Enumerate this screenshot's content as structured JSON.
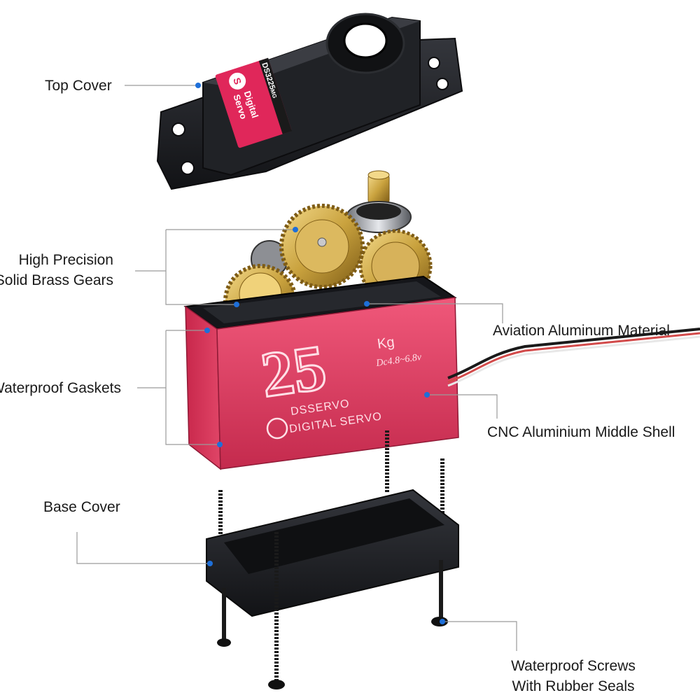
{
  "colors": {
    "leader_line": "#9a9a9a",
    "dot": "#1e6fd9",
    "plastic": "#1b1c20",
    "plastic_edge": "#34363c",
    "shell_red": "#e23a5c",
    "shell_dark": "#b81f43",
    "brass": "#c9a23e",
    "brass_dark": "#8e6b1d",
    "emboss": "#ffd3dc"
  },
  "product": {
    "sticker_model": "DS3225",
    "sticker_suffix": "MG",
    "sticker_line1": "Digital",
    "sticker_line2": "Servo",
    "torque_number": "25",
    "torque_unit": "Kg",
    "voltage": "Dc4.8~6.8v",
    "brand": "DSSERVO",
    "brand_line2": "DIGITAL SERVO",
    "logo_letter": "S"
  },
  "callouts": {
    "top_cover": "Top Cover",
    "gears_line1": "High Precision",
    "gears_line2": "Solid Brass Gears",
    "gaskets": "Waterproof Gaskets",
    "aviation": "Aviation Aluminum Material",
    "cnc": "CNC Aluminium Middle Shell",
    "base_cover": "Base Cover",
    "screws_line1": "Waterproof Screws",
    "screws_line2": "With Rubber Seals"
  }
}
